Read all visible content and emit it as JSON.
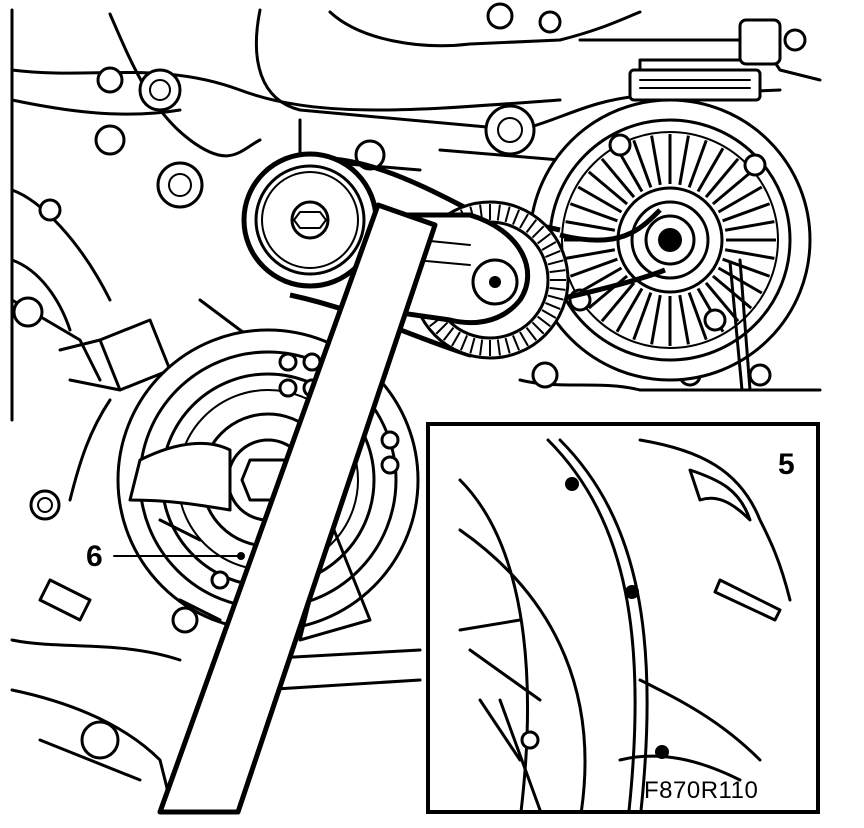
{
  "figure": {
    "callouts": {
      "inset_number": "5",
      "tool_pointer": "6"
    },
    "reference_code": "F870R110"
  }
}
